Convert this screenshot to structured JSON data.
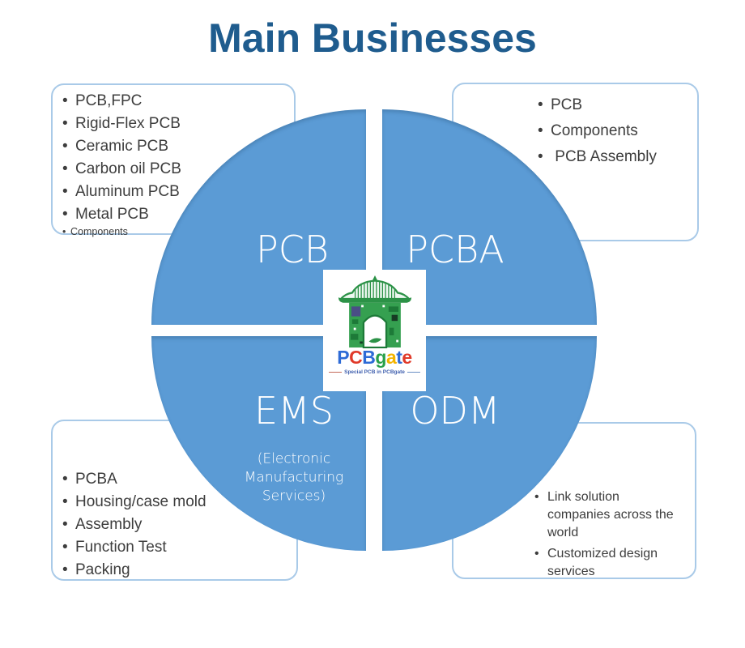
{
  "title": "Main Businesses",
  "colors": {
    "circle": "#5B9BD5",
    "title": "#1F5C8E",
    "card_border": "#A9CAE8",
    "body_text": "#3D3D3D",
    "label_text": "#FFFFFF"
  },
  "quadrants": {
    "top_left": {
      "label": "PCB"
    },
    "top_right": {
      "label": "PCBA"
    },
    "bottom_left": {
      "label": "EMS",
      "sublabel": "(Electronic\nManufacturing\nServices)"
    },
    "bottom_right": {
      "label": "ODM"
    }
  },
  "boxes": {
    "top_left": {
      "items": [
        {
          "lines": [
            "PCB,FPC"
          ]
        },
        {
          "lines": [
            "Rigid-Flex PCB"
          ]
        },
        {
          "lines": [
            "Ceramic PCB"
          ]
        },
        {
          "lines": [
            "Carbon oil PCB"
          ]
        },
        {
          "lines": [
            "Aluminum PCB"
          ]
        },
        {
          "lines": [
            "Metal PCB"
          ]
        },
        {
          "lines": [
            "Components"
          ],
          "small": true
        }
      ]
    },
    "top_right": {
      "items": [
        {
          "lines": [
            "PCB"
          ]
        },
        {
          "lines": [
            "Components"
          ]
        },
        {
          "lines": [
            " PCB Assembly"
          ]
        }
      ]
    },
    "bottom_left": {
      "items": [
        {
          "lines": [
            "PCBA"
          ]
        },
        {
          "lines": [
            "Housing/case mold"
          ]
        },
        {
          "lines": [
            "Assembly"
          ]
        },
        {
          "lines": [
            "Function Test"
          ]
        },
        {
          "lines": [
            "Packing"
          ]
        }
      ]
    },
    "bottom_right": {
      "items": [
        {
          "lines": [
            "Link solution",
            "companies across the",
            "world"
          ]
        },
        {
          "lines": [
            "Customized design",
            "services"
          ]
        }
      ]
    }
  },
  "logo": {
    "wordmark": [
      {
        "ch": "P",
        "color": "#2e6bd6"
      },
      {
        "ch": "C",
        "color": "#e03a2a"
      },
      {
        "ch": "B",
        "color": "#2e6bd6"
      },
      {
        "ch": "g",
        "color": "#2aa04a"
      },
      {
        "ch": "a",
        "color": "#f4b400"
      },
      {
        "ch": "t",
        "color": "#2e6bd6"
      },
      {
        "ch": "e",
        "color": "#e03a2a"
      }
    ],
    "tagline": "Special PCB in PCBgate"
  }
}
